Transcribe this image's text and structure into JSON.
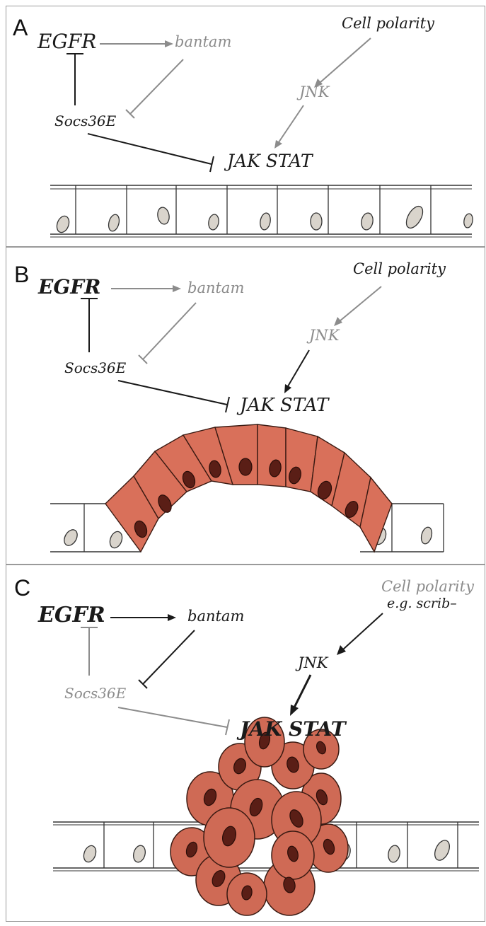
{
  "panels": [
    {
      "letter": "A",
      "labels": {
        "egfr": "EGFR",
        "bantam": "bantam",
        "cell_polarity": "Cell polarity",
        "jnk": "JNK",
        "socs": "Socs36E",
        "jak": "JAK STAT"
      }
    },
    {
      "letter": "B",
      "labels": {
        "egfr": "EGFR",
        "bantam": "bantam",
        "cell_polarity": "Cell polarity",
        "jnk": "JNK",
        "socs": "Socs36E",
        "jak": "JAK STAT"
      }
    },
    {
      "letter": "C",
      "labels": {
        "egfr": "EGFR",
        "bantam": "bantam",
        "cell_polarity": "Cell polarity",
        "scrib": "e.g. scrib–",
        "jnk": "JNK",
        "socs": "Socs36E",
        "jak": "JAK STAT"
      }
    }
  ],
  "colors": {
    "active": "#1a1a1a",
    "inactive": "#8c8c8c",
    "panel_border": "#9a9a9a",
    "cell_outline": "#333333",
    "nucleus_normal": "#d9d4cc",
    "cell_fill_red": "#d9705a",
    "nucleus_red": "#5a1e16"
  }
}
